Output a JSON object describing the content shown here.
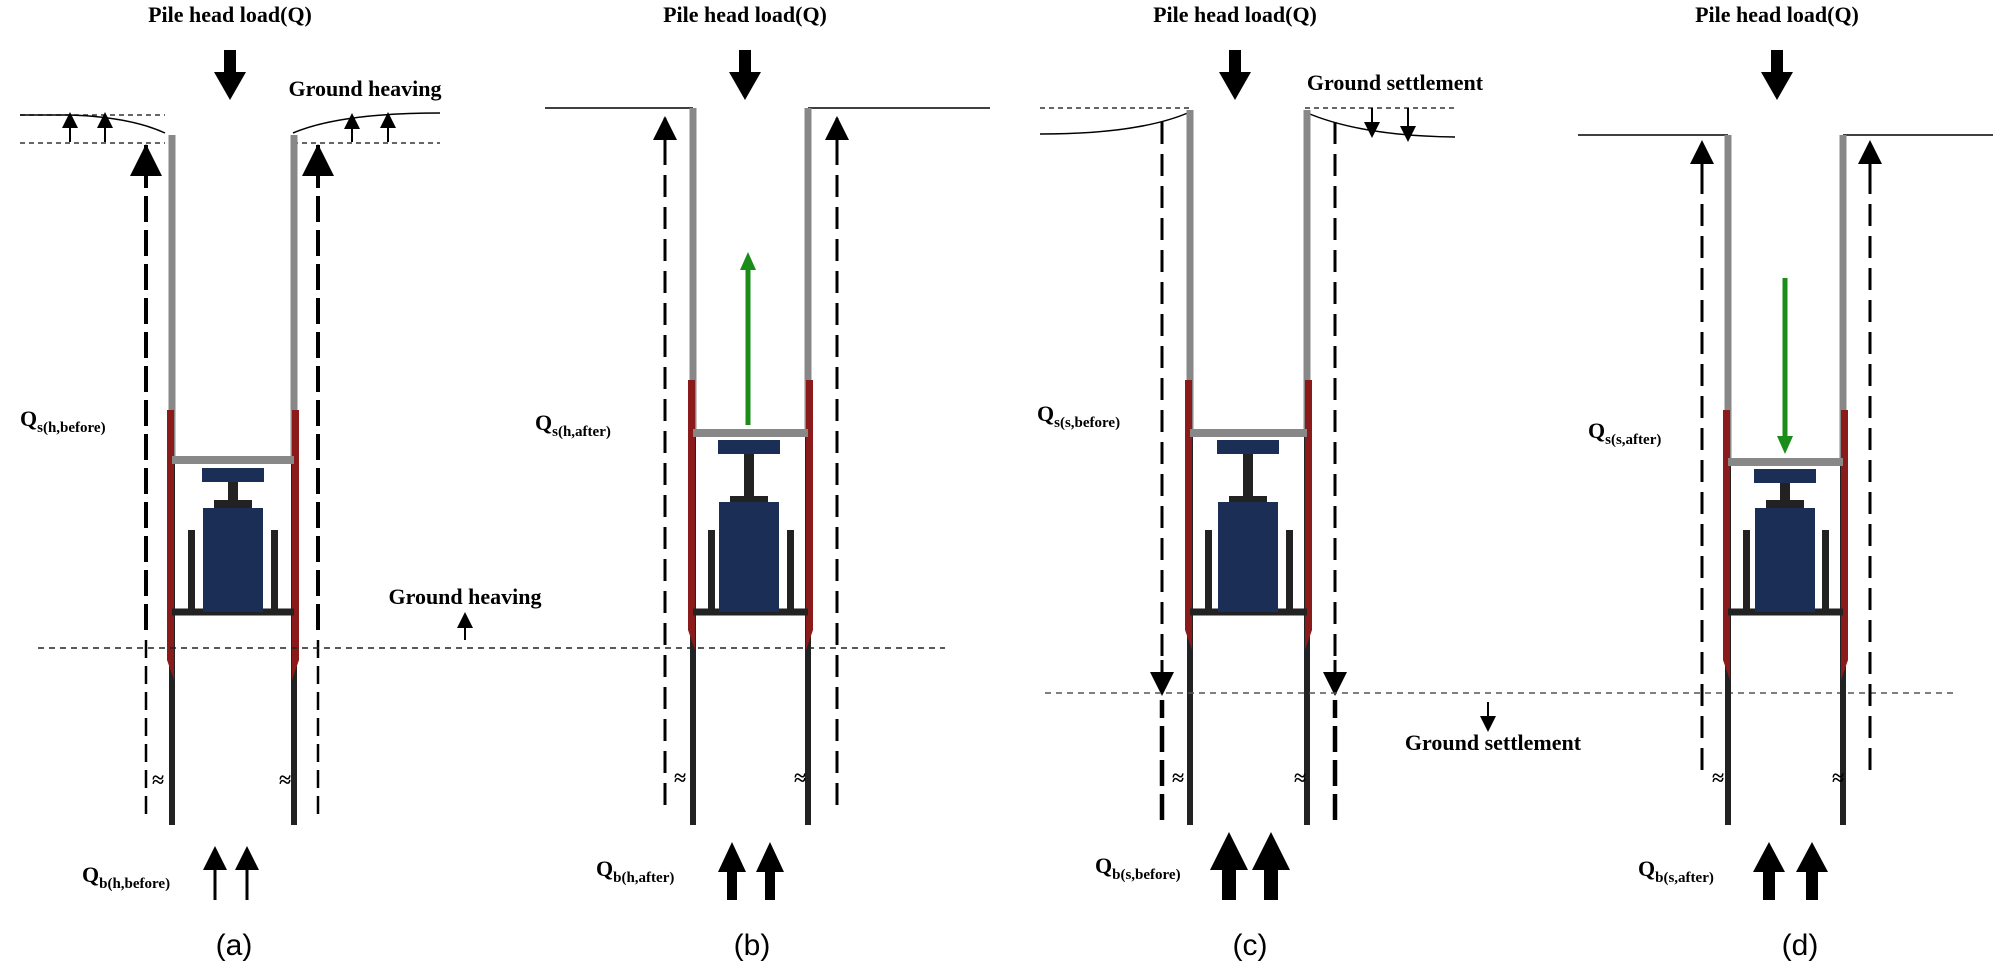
{
  "colors": {
    "jack": "#1b2e55",
    "seal": "#8b1a1a",
    "pile_wall": "#888888",
    "lower_pile": "#222222",
    "green_arrow": "#1a8c1a"
  },
  "panels": [
    {
      "letter": "(a)",
      "head_load": "Pile head load(Q)",
      "ground_label": "Ground heaving",
      "ground_label_2": "Ground heaving",
      "shaft_main": "Q",
      "shaft_sub": "s(h,before)",
      "base_main": "Q",
      "base_sub": "b(h,before)"
    },
    {
      "letter": "(b)",
      "head_load": "Pile head load(Q)",
      "shaft_main": "Q",
      "shaft_sub": "s(h,after)",
      "base_main": "Q",
      "base_sub": "b(h,after)"
    },
    {
      "letter": "(c)",
      "head_load": "Pile head load(Q)",
      "ground_label": "Ground settlement",
      "ground_label_2": "Ground settlement",
      "shaft_main": "Q",
      "shaft_sub": "s(s,before)",
      "base_main": "Q",
      "base_sub": "b(s,before)"
    },
    {
      "letter": "(d)",
      "head_load": "Pile head load(Q)",
      "shaft_main": "Q",
      "shaft_sub": "s(s,after)",
      "base_main": "Q",
      "base_sub": "b(s,after)"
    }
  ],
  "break_symbol": "≈"
}
